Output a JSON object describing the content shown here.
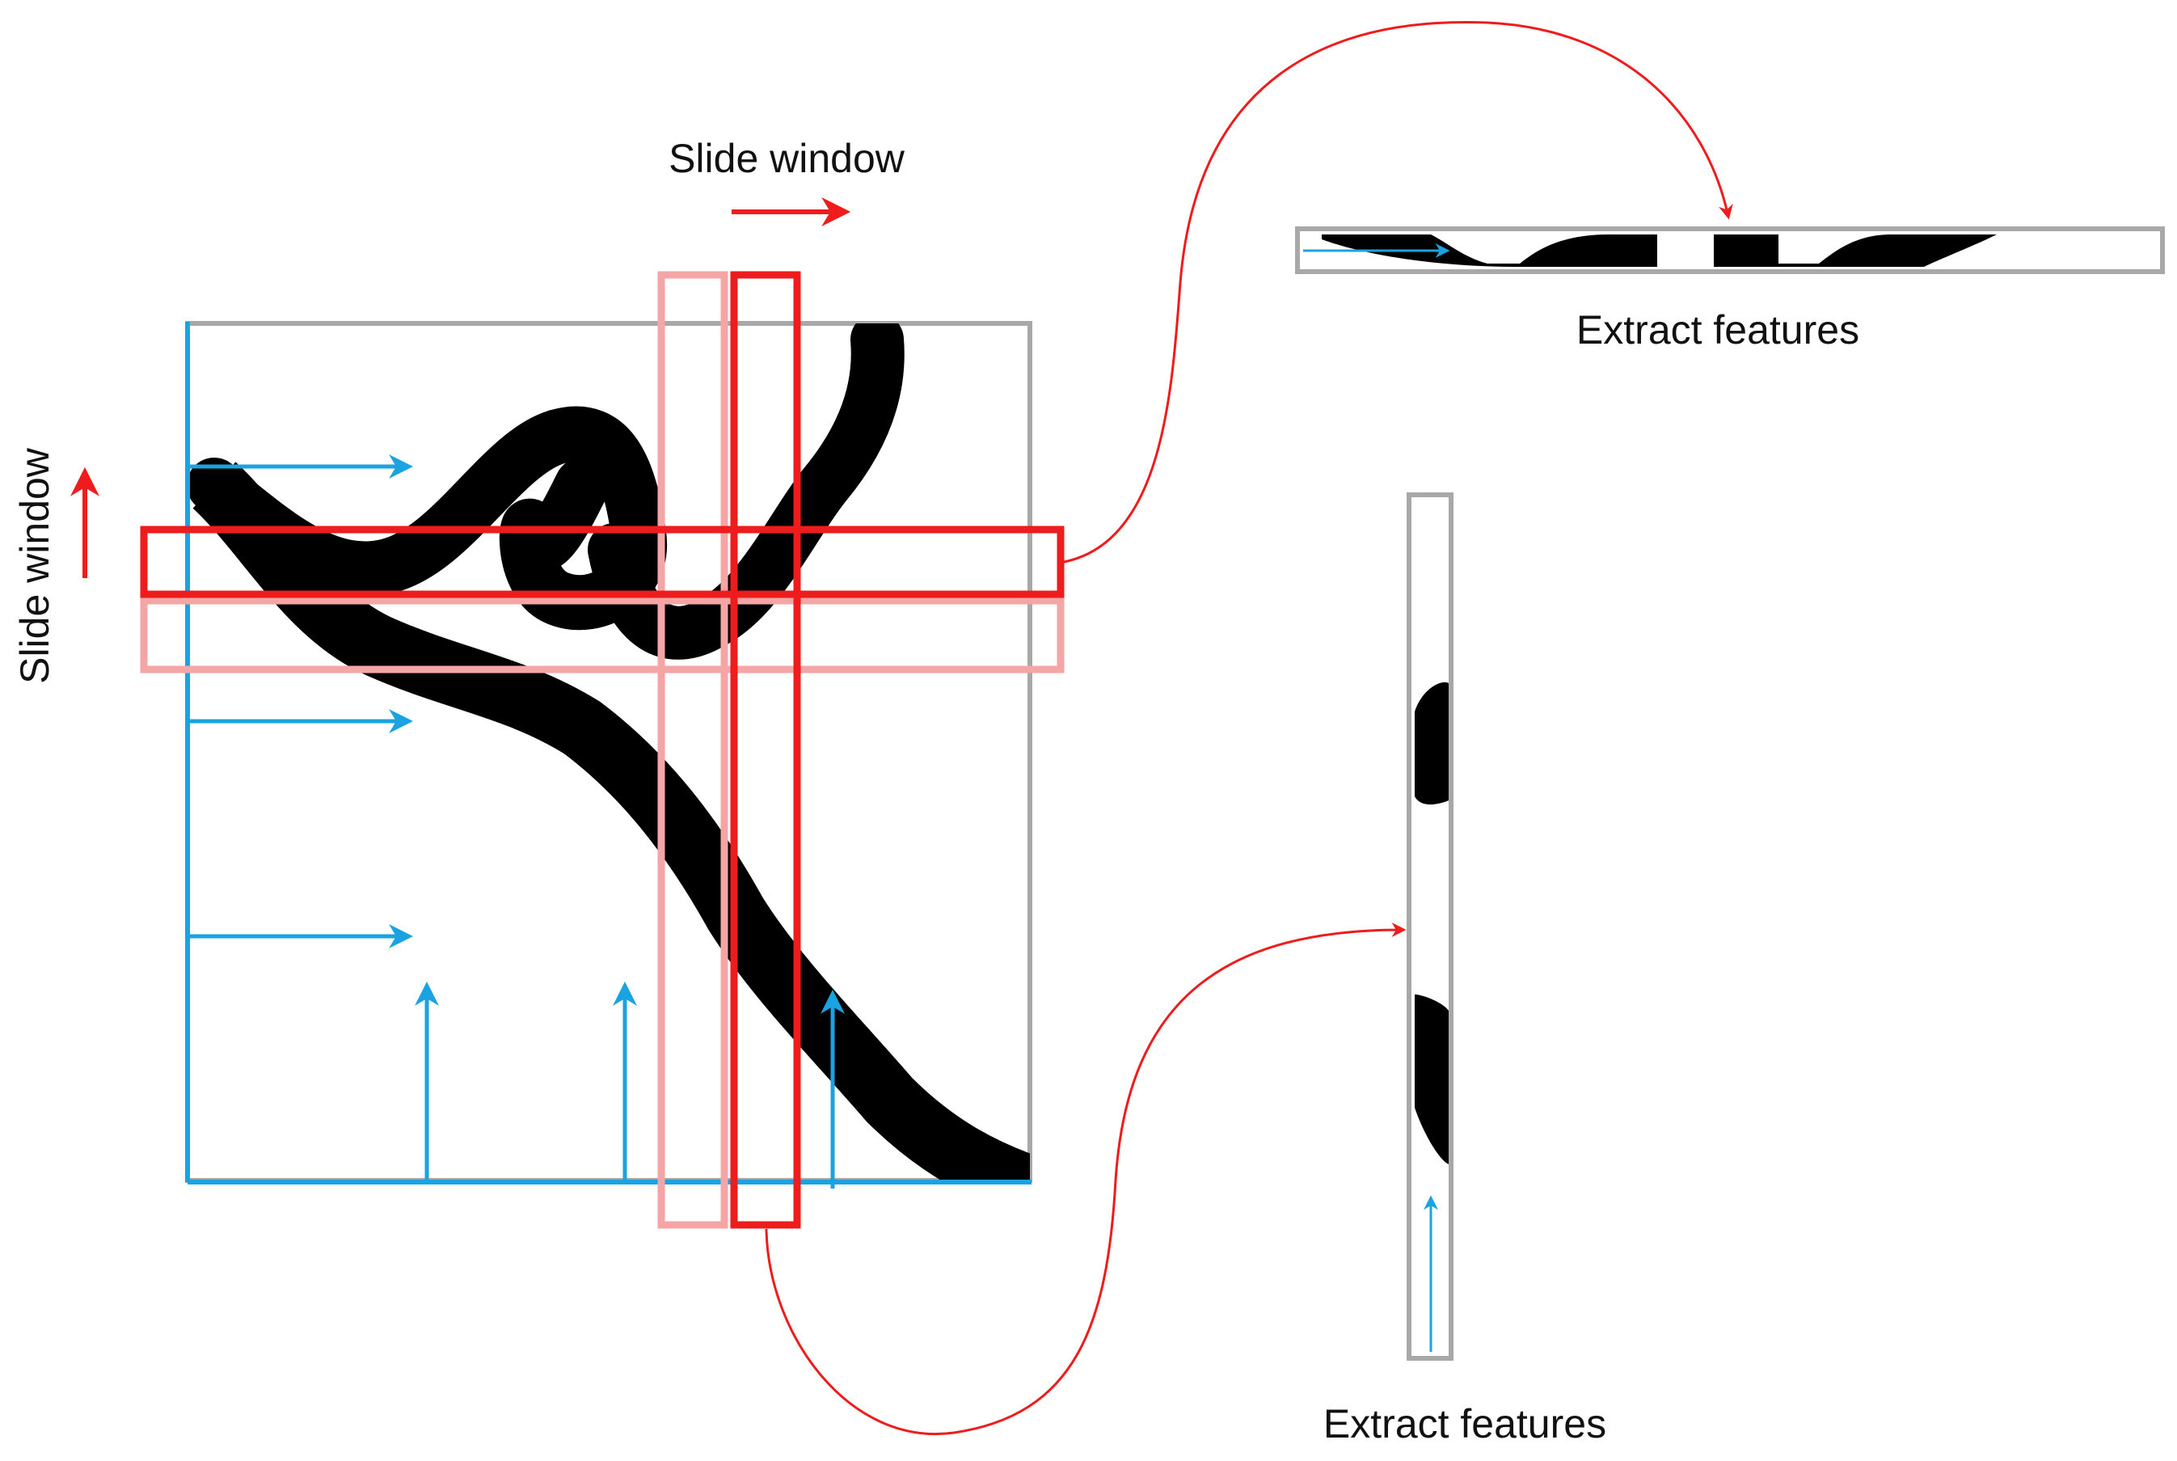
{
  "labels": {
    "slide_window_horizontal": "Slide window",
    "slide_window_vertical": "Slide window",
    "extract_features_top": "Extract features",
    "extract_features_bottom": "Extract features"
  },
  "colors": {
    "red": "#ee1c1c",
    "red_faded": "#f4a6a6",
    "blue": "#1aa3e0",
    "gray": "#a8a8a8",
    "ink": "#000000"
  }
}
